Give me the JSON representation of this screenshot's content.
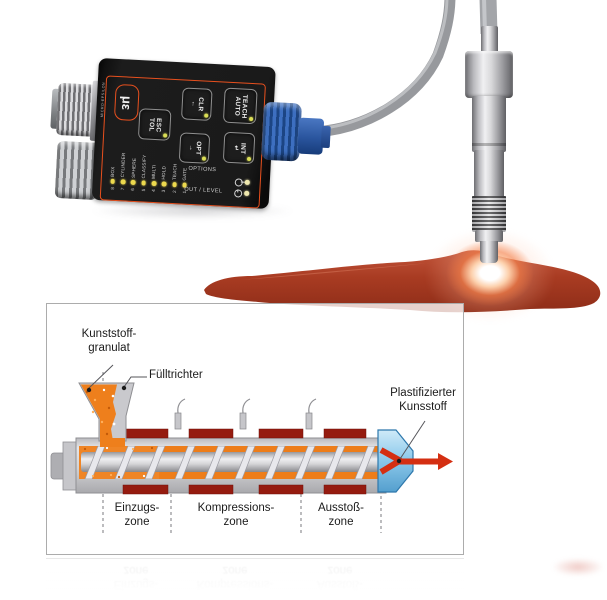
{
  "device": {
    "brand": "MICRO-EPSILON",
    "logo_glyph": "με",
    "buttons": {
      "teach": {
        "line1": "TEACH",
        "line2": "AUTO"
      },
      "clr": {
        "label": "CLR",
        "arrow": "←"
      },
      "esc": {
        "line1": "ESC",
        "line2": "TOL"
      },
      "opt": {
        "label": "OPT",
        "arrow": "→"
      },
      "int": {
        "label": "INT",
        "arrow": "↵"
      }
    },
    "channels": [
      {
        "num": "8",
        "label": "BOX"
      },
      {
        "num": "7",
        "label": "CYLINDER"
      },
      {
        "num": "6",
        "label": "SPHERE"
      },
      {
        "num": "5",
        "label": "CLASSIFY"
      },
      {
        "num": "4",
        "label": "MULTI"
      },
      {
        "num": "3",
        "label": "HOLD"
      },
      {
        "num": "2",
        "label": "TEACH"
      },
      {
        "num": "1",
        "label": "GATE"
      }
    ],
    "options_label": "OPTIONS",
    "out_level_label": "OUT / LEVEL",
    "accent_color": "#e8501e"
  },
  "diagram": {
    "labels": {
      "granulate_line1": "Kunststoff-",
      "granulate_line2": "granulat",
      "hopper": "Fülltrichter",
      "output_line1": "Plastifizierter",
      "output_line2": "Kunsstoff",
      "zone1_line1": "Einzugs-",
      "zone1_line2": "zone",
      "zone2_line1": "Kompressions-",
      "zone2_line2": "zone",
      "zone3_line1": "Ausstoß-",
      "zone3_line2": "zone"
    },
    "colors": {
      "granulate": "#EE7F1C",
      "heater": "#951B0F",
      "melt_arrow": "#D42F12",
      "nozzle_blue": "#79BFE6"
    }
  }
}
